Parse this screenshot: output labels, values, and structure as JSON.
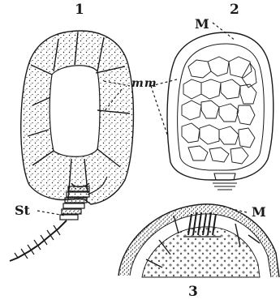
{
  "labels": {
    "fig1": "1",
    "fig2": "2",
    "fig3": "3",
    "M_top": "M",
    "M_lower": "M",
    "mm": "mm",
    "St": "St"
  },
  "colors": {
    "ink": "#1a1a1a",
    "paper": "#ffffff"
  }
}
